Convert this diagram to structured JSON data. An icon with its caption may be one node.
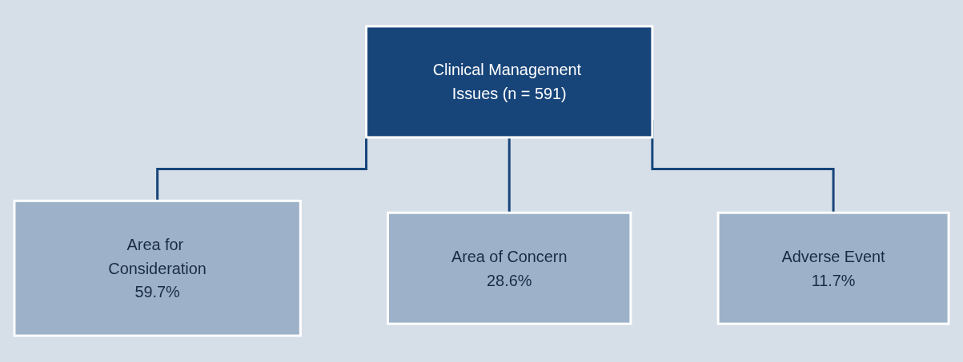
{
  "diagram": {
    "nodes": [
      {
        "text": [
          "Clinical Management Issues (n = 591)"
        ]
      },
      {
        "text": [
          "Area for Consideration",
          "59.7%"
        ]
      },
      {
        "text": [
          "Area of Concern",
          "28.6%"
        ]
      },
      {
        "text": [
          "Adverse Event",
          "11.7%"
        ]
      }
    ],
    "edges": [
      {
        "from": 0,
        "to": 1,
        "arrow": "none"
      },
      {
        "from": 0,
        "to": 2,
        "arrow": "none"
      },
      {
        "from": 0,
        "to": 3,
        "arrow": "none"
      }
    ]
  }
}
